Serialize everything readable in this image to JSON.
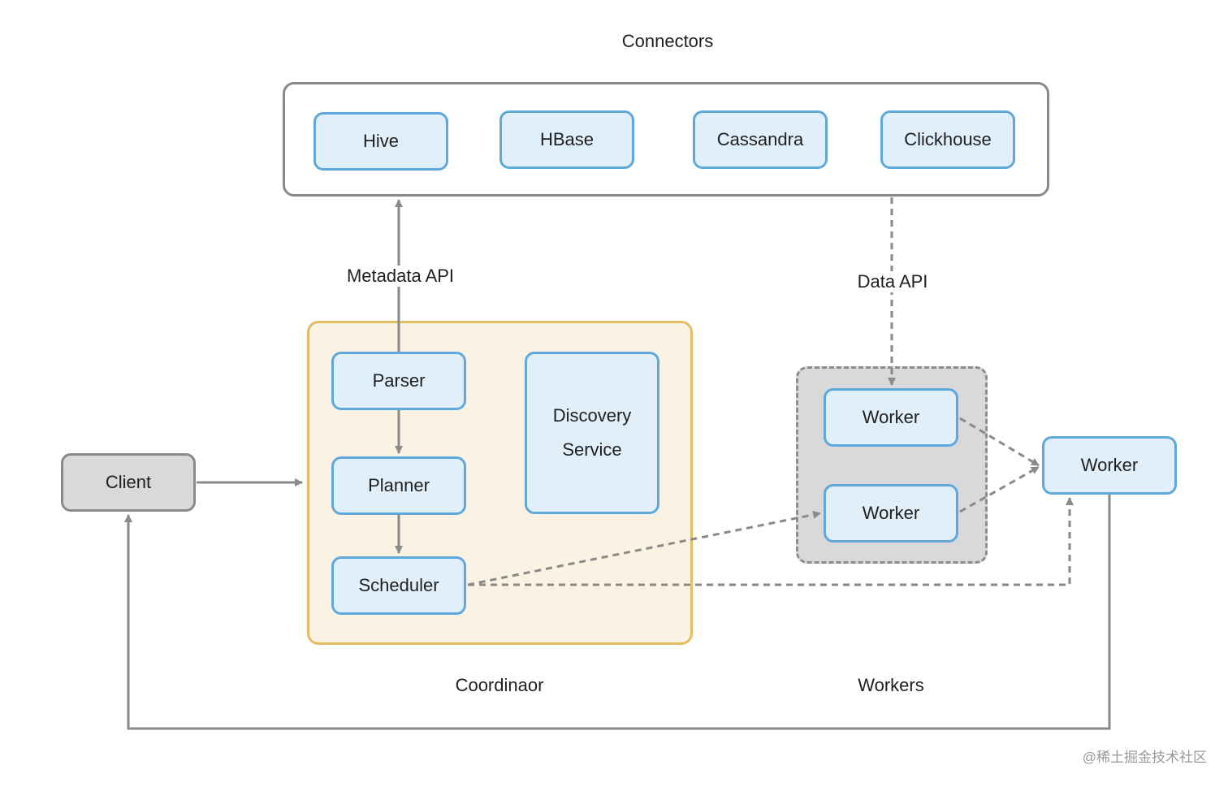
{
  "groups": {
    "connectors": "Connectors",
    "coordinator": "Coordinaor",
    "workers": "Workers"
  },
  "connectors": [
    "Hive",
    "HBase",
    "Cassandra",
    "Clickhouse"
  ],
  "coordinator": {
    "parser": "Parser",
    "planner": "Planner",
    "scheduler": "Scheduler",
    "discovery_line1": "Discovery",
    "discovery_line2": "Service"
  },
  "workers": {
    "worker_a": "Worker",
    "worker_b": "Worker",
    "worker_c": "Worker"
  },
  "client": "Client",
  "edges": {
    "metadata_api": "Metadata API",
    "data_api": "Data API"
  },
  "watermark": "@稀土掘金技术社区",
  "colors": {
    "node_border": "#5fa8dc",
    "node_fill": "#e1effb",
    "coordinator_border": "#e3bd63",
    "coordinator_fill": "#faf2e2",
    "gray_fill": "#d9d9d9",
    "line": "#8a8a8a"
  }
}
